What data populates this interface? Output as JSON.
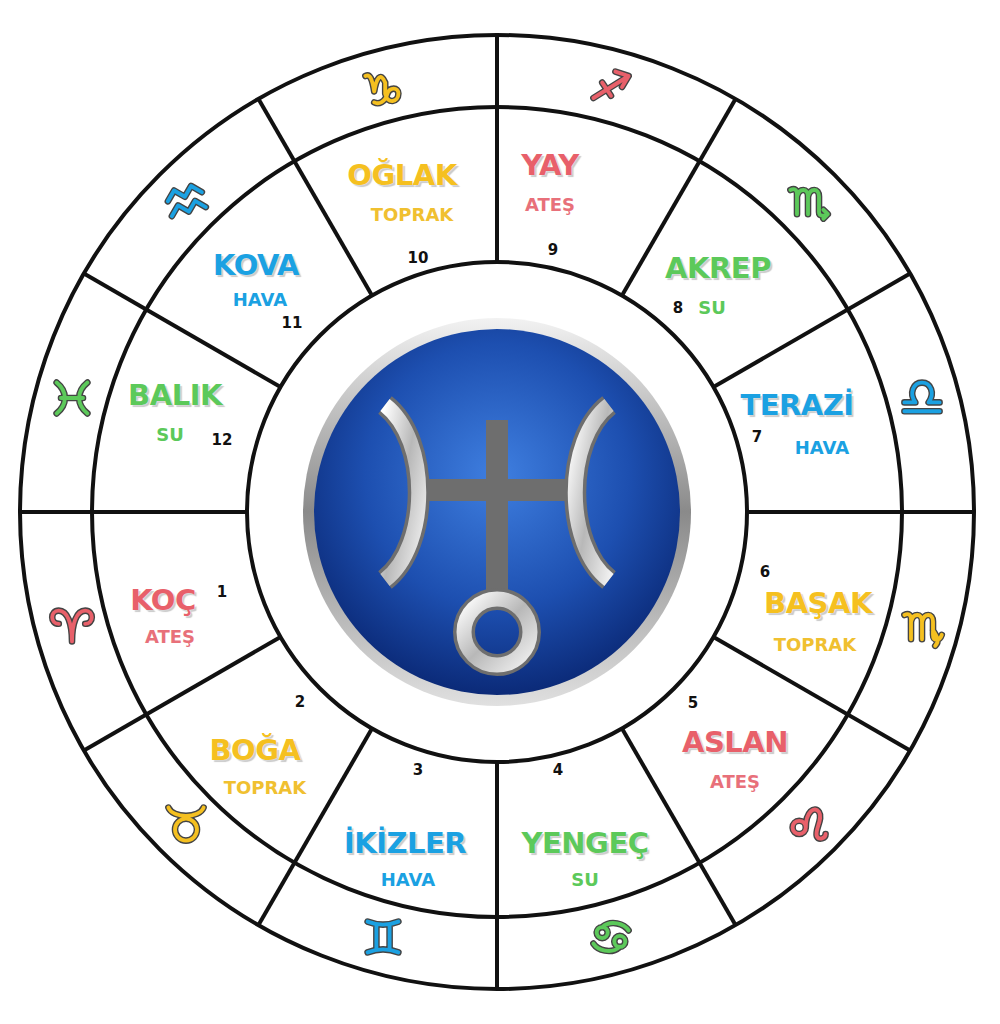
{
  "diagram": {
    "nodes": [
      {
        "text": [
          "KOÇ",
          "ATEŞ",
          "1"
        ]
      },
      {
        "text": [
          "BOĞA",
          "TOPRAK",
          "2"
        ]
      },
      {
        "text": [
          "İKİZLER",
          "HAVA",
          "3"
        ]
      },
      {
        "text": [
          "YENGEÇ",
          "SU",
          "4"
        ]
      },
      {
        "text": [
          "ASLAN",
          "ATEŞ",
          "5"
        ]
      },
      {
        "text": [
          "BAŞAK",
          "TOPRAK",
          "6"
        ]
      },
      {
        "text": [
          "TERAZİ",
          "HAVA",
          "7"
        ]
      },
      {
        "text": [
          "AKREP",
          "SU",
          "8"
        ]
      },
      {
        "text": [
          "YAY",
          "ATEŞ",
          "9"
        ]
      },
      {
        "text": [
          "OĞLAK",
          "TOPRAK",
          "10"
        ]
      },
      {
        "text": [
          "KOVA",
          "HAVA",
          "11"
        ]
      },
      {
        "text": [
          "BALIK",
          "SU",
          "12"
        ]
      }
    ]
  }
}
